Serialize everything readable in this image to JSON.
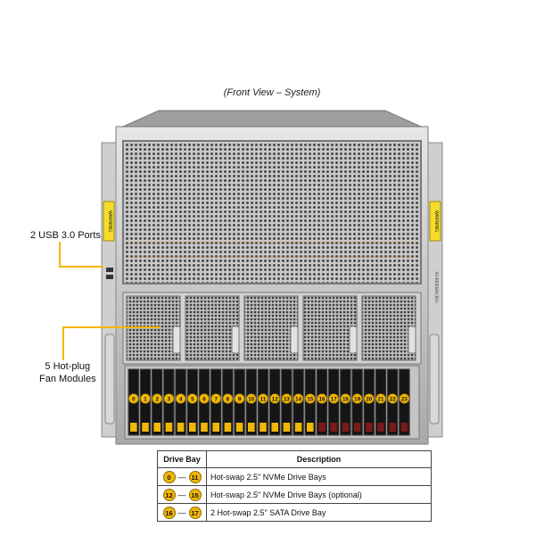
{
  "caption": "(Front View – System)",
  "callouts": {
    "usb": "2 USB 3.0 Ports",
    "fan_line1": "5 Hot-plug",
    "fan_line2": "Fan Modules"
  },
  "chassis": {
    "brand": "SUPERMICRO",
    "warning_label": "WARNING",
    "drive_numbers": [
      "0",
      "1",
      "2",
      "3",
      "4",
      "5",
      "6",
      "7",
      "8",
      "9",
      "10",
      "11",
      "12",
      "13",
      "14",
      "15",
      "16",
      "17",
      "18",
      "19",
      "20",
      "21",
      "22",
      "23"
    ]
  },
  "table": {
    "headers": [
      "Drive Bay",
      "Description"
    ],
    "rows": [
      {
        "from": "0",
        "dash": "—",
        "to": "11",
        "description": "Hot-swap 2.5\" NVMe Drive Bays"
      },
      {
        "from": "12",
        "dash": "—",
        "to": "15",
        "description": "Hot-swap 2.5\" NVMe Drive Bays (optional)"
      },
      {
        "from": "16",
        "dash": "—",
        "to": "17",
        "description": "2 Hot-swap 2.5\" SATA Drive Bay"
      }
    ]
  },
  "colors": {
    "accent_yellow": "#f2b705",
    "chassis_gray": "#b8b8b8",
    "drive_black": "#151515"
  }
}
